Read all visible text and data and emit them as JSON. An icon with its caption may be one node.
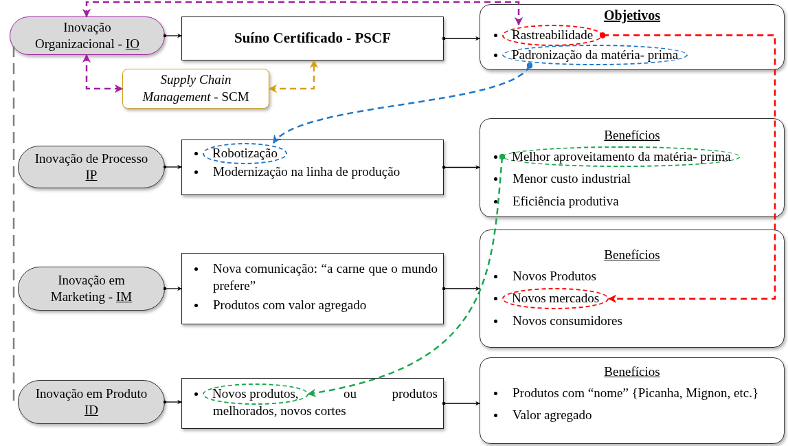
{
  "diagram": {
    "nodes": [
      {
        "text": [
          "Inovação Organizacional -",
          "IO"
        ]
      },
      {
        "text": [
          "Suíno Certificado - PSCF"
        ]
      },
      {
        "text": [
          "*Supply Chain Management* - SCM"
        ]
      },
      {
        "text": [
          "Objetivos"
        ]
      },
      {
        "text": [
          "Rastreabilidade"
        ],
        "in": 3
      },
      {
        "text": [
          "Padronização da matéria- prima"
        ],
        "in": 3
      },
      {
        "text": [
          "Inovação de Processo",
          "IP"
        ]
      },
      {
        "text": [
          "Modernização na linha de produção"
        ]
      },
      {
        "text": [
          "Robotização"
        ],
        "in": 7
      },
      {
        "text": [
          "Benefícios",
          "Menor custo industrial",
          "Eficiência produtiva"
        ]
      },
      {
        "text": [
          "Melhor aproveitamento da matéria- prima"
        ],
        "in": 9
      },
      {
        "text": [
          "Inovação em Marketing -",
          "IM"
        ]
      },
      {
        "text": [
          "Nova comunicação: “a carne que o mundo prefere”",
          "Produtos com valor agregado"
        ]
      },
      {
        "text": [
          "Benefícios",
          "Novos Produtos",
          "Novos consumidores"
        ]
      },
      {
        "text": [
          "Novos mercados"
        ],
        "in": 13
      },
      {
        "text": [
          "Inovação em Produto",
          "ID"
        ]
      },
      {
        "text": [
          "ou produtos melhorados, novos cortes"
        ]
      },
      {
        "text": [
          "Novos produtos,"
        ],
        "in": 16
      },
      {
        "text": [
          "Benefícios",
          "Produtos com “nome” {Picanha, Mignon, etc.}",
          "Valor agregado"
        ]
      }
    ],
    "edges": [
      {
        "from": 0,
        "to": 1,
        "arrow": "to"
      },
      {
        "from": 1,
        "to": 3,
        "arrow": "to"
      },
      {
        "from": 0,
        "to": 2,
        "arrow": "both",
        "style": "dashed",
        "color": "#a020a0"
      },
      {
        "from": 2,
        "to": 1,
        "arrow": "both",
        "style": "dashed",
        "color": "#d4a017"
      },
      {
        "from": 0,
        "to": 4,
        "arrow": "both",
        "style": "dashed",
        "color": "#a020a0"
      },
      {
        "from": 5,
        "to": 8,
        "arrow": "to",
        "style": "dashed",
        "color": "#1f78c8"
      },
      {
        "from": 4,
        "to": 14,
        "arrow": "to",
        "style": "dashed",
        "color": "#ff0000"
      },
      {
        "from": 10,
        "to": 17,
        "arrow": "to",
        "style": "dashed",
        "color": "#1aa84e"
      },
      {
        "from": 6,
        "to": 7,
        "arrow": "to"
      },
      {
        "from": 7,
        "to": 9,
        "arrow": "to"
      },
      {
        "from": 11,
        "to": 12,
        "arrow": "to"
      },
      {
        "from": 12,
        "to": 13,
        "arrow": "to"
      },
      {
        "from": 15,
        "to": 16,
        "arrow": "to"
      },
      {
        "from": 16,
        "to": 18,
        "arrow": "to"
      },
      {
        "from": 0,
        "to": 15,
        "arrow": "none",
        "style": "dashed",
        "color": "#808080"
      }
    ]
  }
}
